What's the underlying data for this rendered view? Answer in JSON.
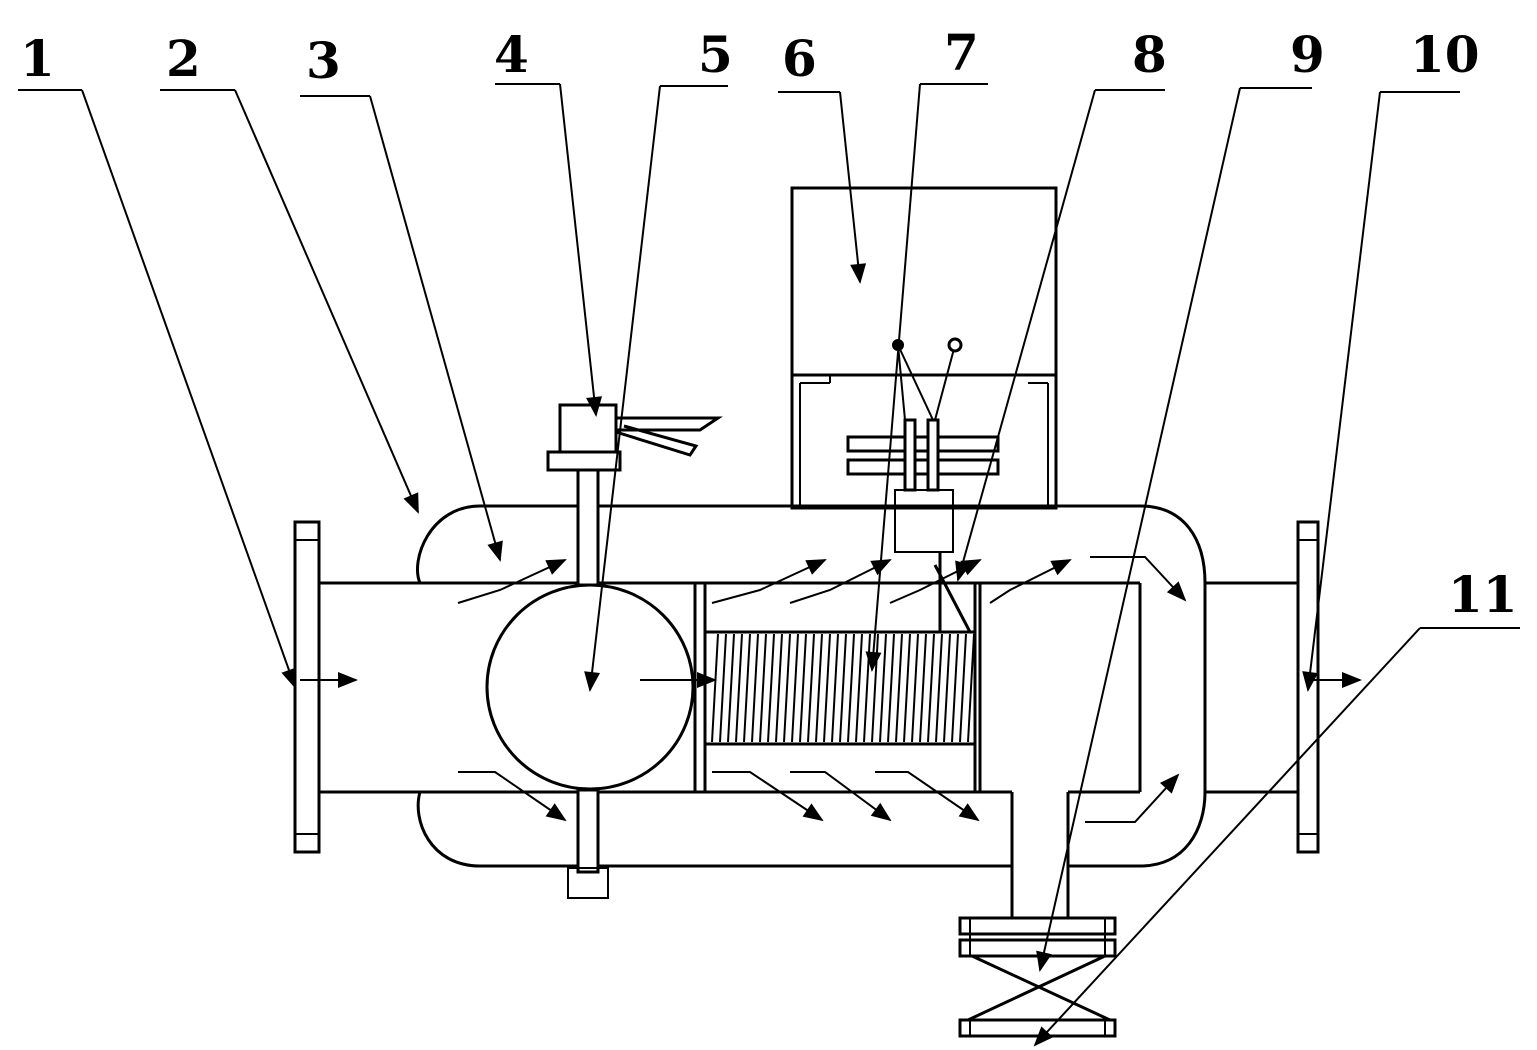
{
  "labels": [
    "1",
    "2",
    "3",
    "4",
    "5",
    "6",
    "7",
    "8",
    "9",
    "10",
    "11"
  ],
  "colors": {
    "line": "#000000",
    "background": "#ffffff"
  }
}
